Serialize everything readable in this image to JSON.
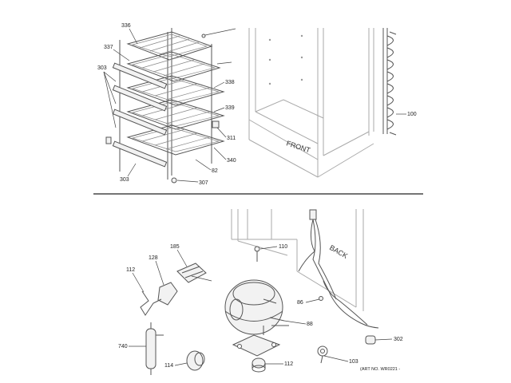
{
  "callouts": {
    "c336": "336",
    "c337": "337",
    "c303a": "303",
    "c338": "338",
    "c339": "339",
    "c311": "311",
    "c340": "340",
    "c82": "82",
    "c303b": "303",
    "c307": "307",
    "c100": "100",
    "c110": "110",
    "c185": "185",
    "c128": "128",
    "c112a": "112",
    "c86": "86",
    "c88": "88",
    "c302": "302",
    "c740": "740",
    "c114": "114",
    "c112b": "112",
    "c103": "103"
  },
  "labels": {
    "front": "FRONT",
    "back": "BACK",
    "art_no": "(ART NO. WR0221 -"
  }
}
